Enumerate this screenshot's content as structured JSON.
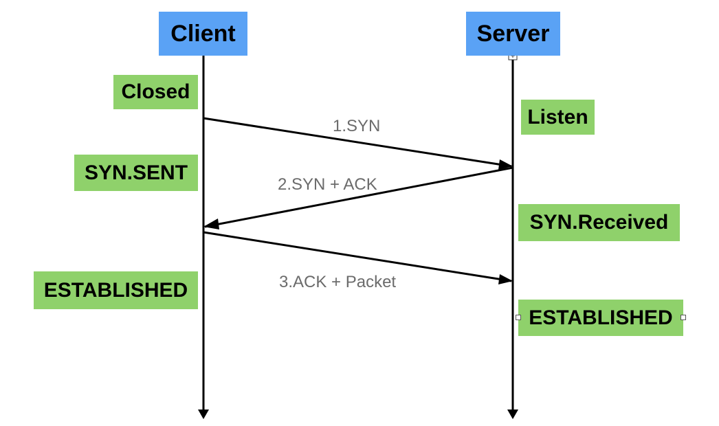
{
  "colors": {
    "actor_fill": "#5aa2f5",
    "state_fill": "#8fd16b",
    "line": "#000000",
    "message_text": "#6b6b6b"
  },
  "actors": {
    "client": "Client",
    "server": "Server"
  },
  "client_states": [
    "Closed",
    "SYN.SENT",
    "ESTABLISHED"
  ],
  "server_states": [
    "Listen",
    "SYN.Received",
    "ESTABLISHED"
  ],
  "messages": [
    {
      "label": "1.SYN",
      "from": "client",
      "to": "server"
    },
    {
      "label": "2.SYN + ACK",
      "from": "server",
      "to": "client"
    },
    {
      "label": "3.ACK + Packet",
      "from": "client",
      "to": "server"
    }
  ]
}
